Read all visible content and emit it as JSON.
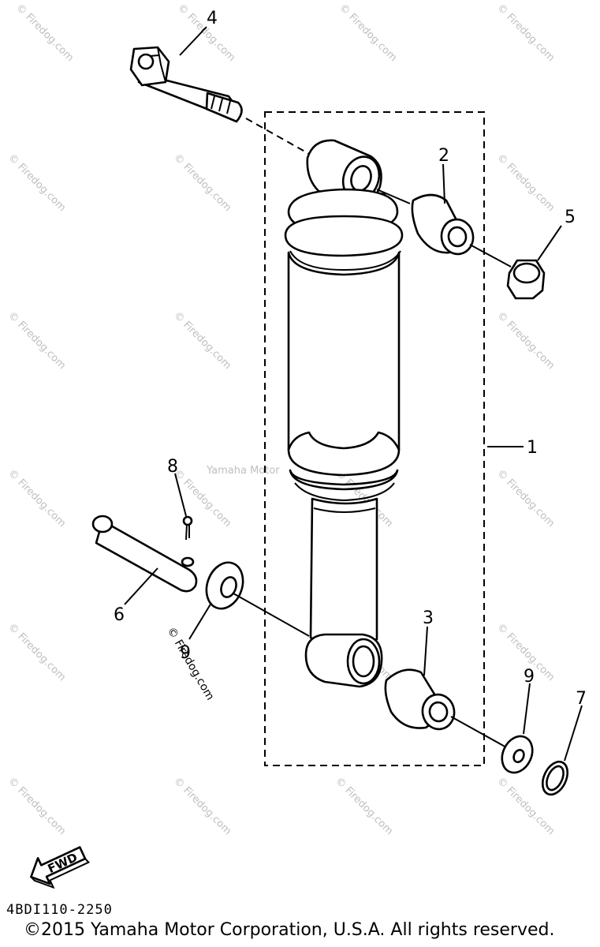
{
  "callouts": {
    "c1": "1",
    "c2": "2",
    "c3": "3",
    "c4": "4",
    "c5": "5",
    "c6": "6",
    "c7": "7",
    "c8": "8",
    "c9a": "9",
    "c9b": "9"
  },
  "fwd_label": "FWD",
  "watermark": "© Firedog.com",
  "center_watermark": "Yamaha Motor",
  "diagram_code": "4BDI110-2250",
  "copyright": "©2015 Yamaha Motor Corporation, U.S.A. All rights reserved."
}
